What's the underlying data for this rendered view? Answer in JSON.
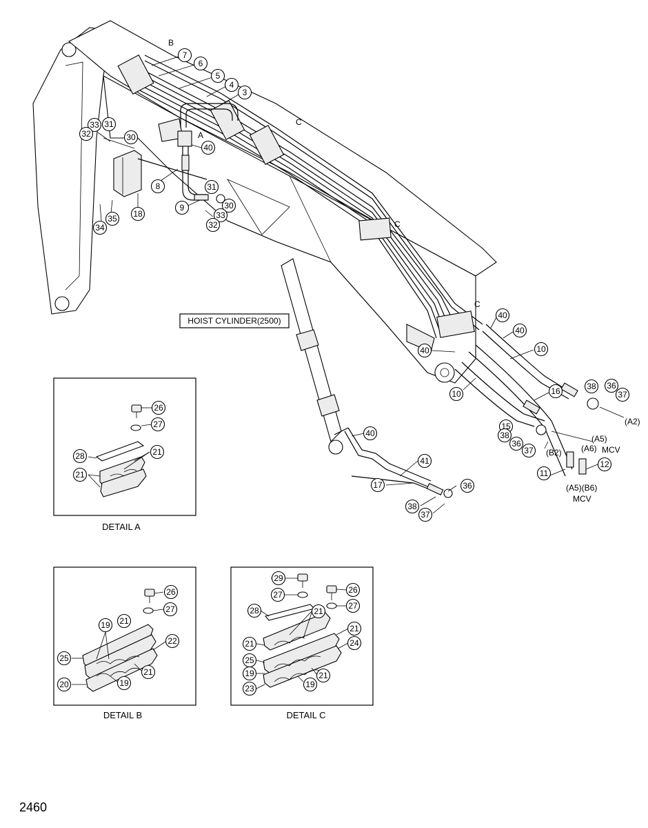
{
  "page_number": "2460",
  "boxed_label": "HOIST CYLINDER(2500)",
  "view_letters": {
    "b": "B",
    "a": "A",
    "c1": "C",
    "c2": "C",
    "c3": "C"
  },
  "port_labels": {
    "a2": "(A2)",
    "a5_top": "(A5)",
    "mcv_1": "MCV",
    "a6": "(A6)",
    "b2": "(B2)",
    "a5b6": "(A5)(B6)",
    "mcv_2": "MCV"
  },
  "details": {
    "a": {
      "title": "DETAIL A"
    },
    "b": {
      "title": "DETAIL B"
    },
    "c": {
      "title": "DETAIL C"
    }
  },
  "callouts": {
    "main": [
      "7",
      "6",
      "5",
      "4",
      "3",
      "40",
      "33",
      "31",
      "32",
      "30",
      "8",
      "31",
      "30",
      "9",
      "33",
      "32",
      "18",
      "34",
      "35",
      "40",
      "40",
      "40",
      "10",
      "10",
      "16",
      "38",
      "36",
      "37",
      "15",
      "38",
      "36",
      "37",
      "11",
      "12",
      "40",
      "41",
      "17",
      "36",
      "38",
      "37"
    ],
    "detail_a": [
      "26",
      "27",
      "28",
      "21",
      "21"
    ],
    "detail_b": [
      "26",
      "27",
      "19",
      "21",
      "22",
      "25",
      "21",
      "20",
      "19"
    ],
    "detail_c": [
      "29",
      "27",
      "26",
      "27",
      "28",
      "21",
      "21",
      "21",
      "25",
      "24",
      "19",
      "21",
      "23",
      "19"
    ]
  }
}
